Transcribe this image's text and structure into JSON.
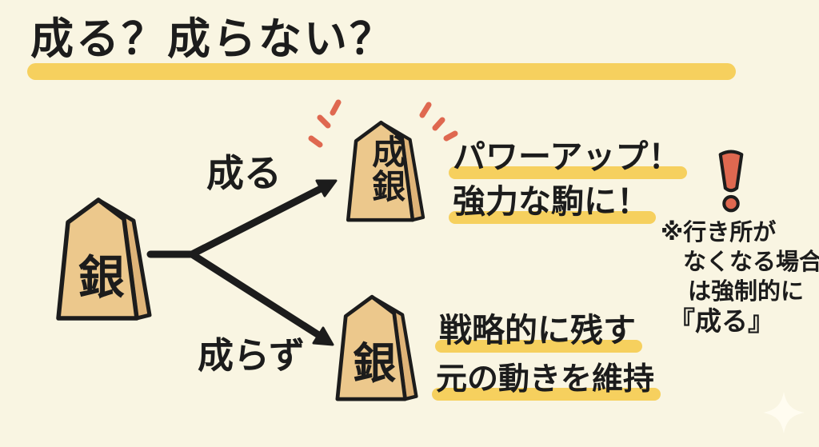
{
  "title": "成る？成らない？",
  "diagram": {
    "source_piece": "銀",
    "promote_label": "成る",
    "not_promote_label": "成らず",
    "promoted_piece": "成銀",
    "unpromoted_piece": "銀",
    "promoted_notes": [
      "パワーアップ！",
      "強力な駒に！"
    ],
    "unpromoted_notes": [
      "戦略的に残す",
      "元の動きを維持"
    ]
  },
  "warning": {
    "lines": [
      "※行き所が",
      "なくなる場合",
      "は強制的に",
      "『成る』"
    ]
  },
  "colors": {
    "background": "#f9f5e2",
    "ink": "#1c1c1c",
    "highlight_yellow": "#f6d05e",
    "piece_face": "#ecc88c",
    "piece_side": "#dfb478",
    "accent_red": "#df6850"
  }
}
